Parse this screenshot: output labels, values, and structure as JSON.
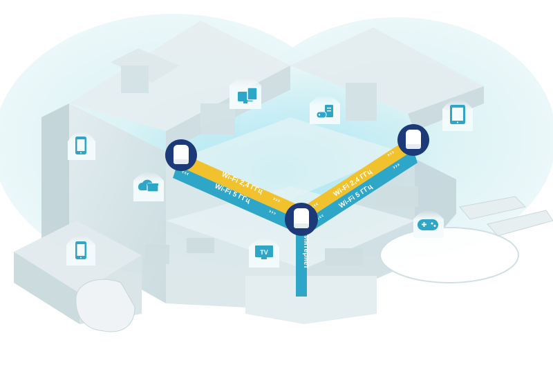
{
  "links": {
    "left_24": "Wi-Fi 2,4 ГГц",
    "left_5": "Wi-Fi 5 ГГц",
    "right_24": "Wi-Fi 2,4 ГГц",
    "right_5": "Wi-Fi 5 ГГц",
    "internet": "Интернет"
  },
  "devices": {
    "tv_label": "TV"
  },
  "icons": [
    "monitor-laptop-icon",
    "tablet-icon",
    "smartphone-icon",
    "cloud-storage-icon",
    "smart-home-icon",
    "tv-icon",
    "gamepad-icon"
  ],
  "colors": {
    "wifi_24_band": "#f2c12e",
    "wifi_5_band": "#2ea6c8",
    "internet_line": "#2ea6c8",
    "node_dark": "#1c3a78",
    "icon_badge": "#2ea6c8",
    "house": "#d6e4e8",
    "glow": "#bfeaf2"
  }
}
